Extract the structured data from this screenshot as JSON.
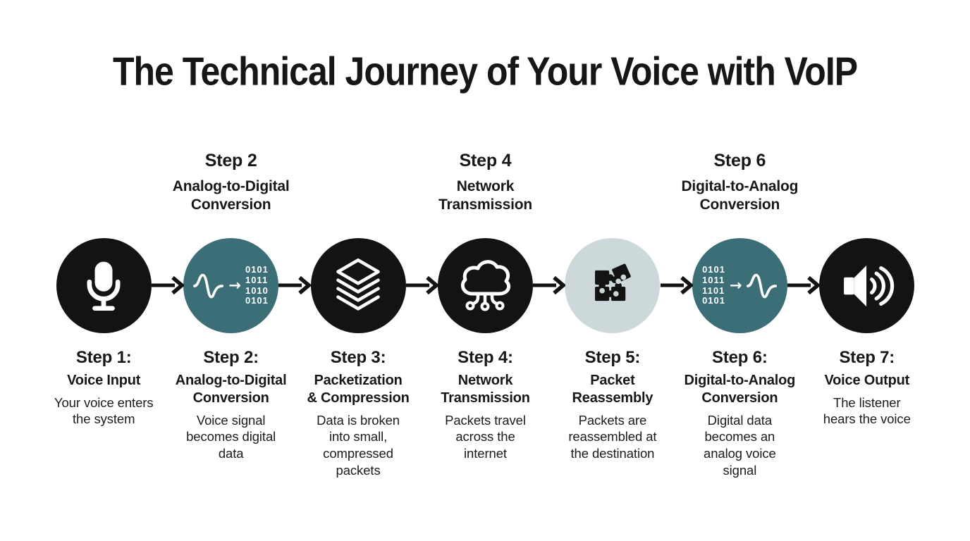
{
  "title": "The Technical Journey of Your Voice with VoIP",
  "colors": {
    "circle_black": "#131313",
    "circle_teal": "#3b6e76",
    "circle_light": "#cdd8da",
    "text": "#161616",
    "icon_white": "#ffffff"
  },
  "headers": [
    {
      "step": "Step 2",
      "name": "Analog-to-Digital\nConversion"
    },
    {
      "step": "Step 4",
      "name": "Network\nTransmission"
    },
    {
      "step": "Step 6",
      "name": "Digital-to-Analog\nConversion"
    }
  ],
  "steps": [
    {
      "label": "Step 1:",
      "name": "Voice Input",
      "description": "Your voice enters\nthe system",
      "icon": "microphone-icon"
    },
    {
      "label": "Step 2:",
      "name": "Analog-to-Digital\nConversion",
      "description": "Voice signal\nbecomes digital\ndata",
      "icon": "waveform-to-binary-icon",
      "binary": [
        "0101",
        "1011",
        "1010",
        "0101"
      ]
    },
    {
      "label": "Step 3:",
      "name": "Packetization\n& Compression",
      "description": "Data is broken\ninto small,\ncompressed\npackets",
      "icon": "layers-icon"
    },
    {
      "label": "Step 4:",
      "name": "Network\nTransmission",
      "description": "Packets travel\nacross the\ninternet",
      "icon": "cloud-network-icon"
    },
    {
      "label": "Step 5:",
      "name": "Packet\nReassembly",
      "description": "Packets are\nreassembled at\nthe destination",
      "icon": "puzzle-icon"
    },
    {
      "label": "Step 6:",
      "name": "Digital-to-Analog\nConversion",
      "description": "Digital data\nbecomes an\nanalog voice\nsignal",
      "icon": "binary-to-waveform-icon",
      "binary": [
        "0101",
        "1011",
        "1101",
        "0101"
      ]
    },
    {
      "label": "Step 7:",
      "name": "Voice Output",
      "description": "The listener\nhears the voice",
      "icon": "speaker-icon"
    }
  ]
}
